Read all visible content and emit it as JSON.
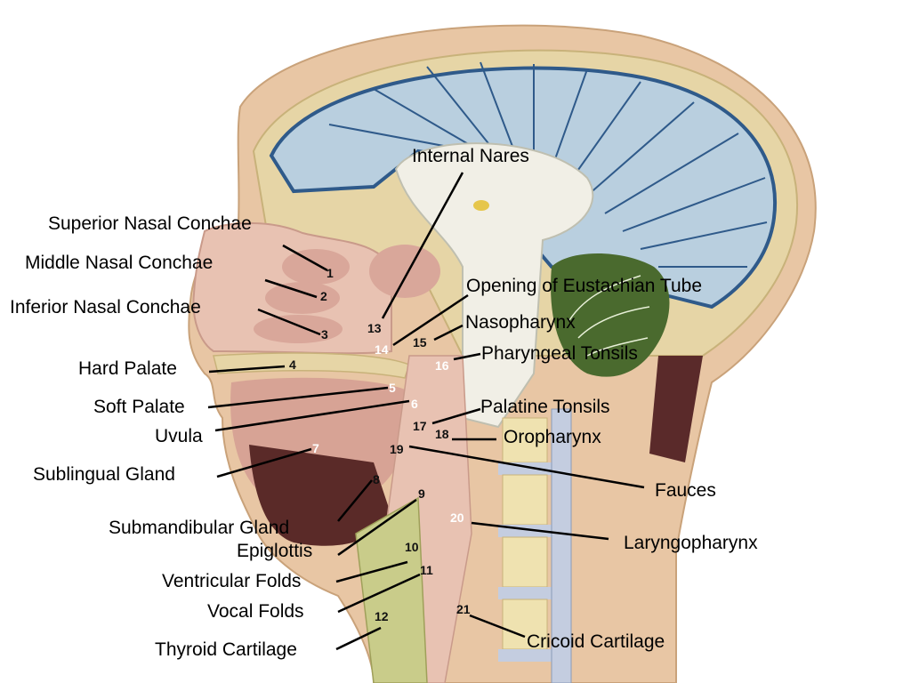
{
  "labels": {
    "internal_nares": "Internal Nares",
    "superior_nasal_conchae": "Superior Nasal Conchae",
    "middle_nasal_conchae": "Middle Nasal Conchae",
    "inferior_nasal_conchae": "Inferior Nasal Conchae",
    "hard_palate": "Hard Palate",
    "soft_palate": "Soft Palate",
    "uvula": "Uvula",
    "sublingual_gland": "Sublingual Gland",
    "submandibular_gland": "Submandibular Gland",
    "epiglottis": "Epiglottis",
    "ventricular_folds": "Ventricular Folds",
    "vocal_folds": "Vocal Folds",
    "thyroid_cartilage": "Thyroid Cartilage",
    "opening_eustachian_tube": "Opening of Eustachian Tube",
    "nasopharynx": "Nasopharynx",
    "pharyngeal_tonsils": "Pharyngeal Tonsils",
    "palatine_tonsils": "Palatine Tonsils",
    "oropharynx": "Oropharynx",
    "fauces": "Fauces",
    "laryngopharynx": "Laryngopharynx",
    "cricoid_cartilage": "Cricoid Cartilage"
  },
  "numbers": {
    "n1": "1",
    "n2": "2",
    "n3": "3",
    "n4": "4",
    "n5": "5",
    "n6": "6",
    "n7": "7",
    "n8": "8",
    "n9": "9",
    "n10": "10",
    "n11": "11",
    "n12": "12",
    "n13": "13",
    "n14": "14",
    "n15": "15",
    "n16": "16",
    "n17": "17",
    "n18": "18",
    "n19": "19",
    "n20": "20",
    "n21": "21"
  },
  "colors": {
    "brain": "#b9cfdf",
    "brain_stripes": "#2f5a8a",
    "skull": "#e6d5a6",
    "skin": "#e8c2b2",
    "nasal": "#d9a79a",
    "cerebellum": "#4a6a2e",
    "mouth": "#5a2a28",
    "spine_bone": "#efe2b0",
    "disc": "#c4cde0",
    "larynx": "#c9cc8a"
  }
}
